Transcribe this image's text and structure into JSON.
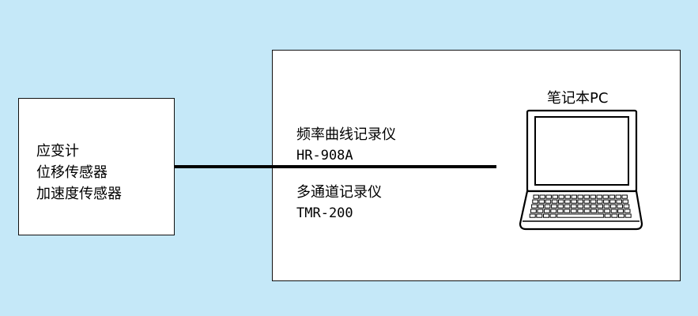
{
  "background_color": "#c5e8f8",
  "sensors": {
    "items": [
      "应变计",
      "位移传感器",
      "加速度传感器"
    ]
  },
  "recorders": {
    "frequency_recorder": {
      "name": "频率曲线记录仪",
      "model": "HR-908A"
    },
    "multichannel_recorder": {
      "name": "多通道记录仪",
      "model": "TMR-200"
    }
  },
  "laptop": {
    "label": "笔记本PC",
    "icon": "laptop-icon"
  }
}
